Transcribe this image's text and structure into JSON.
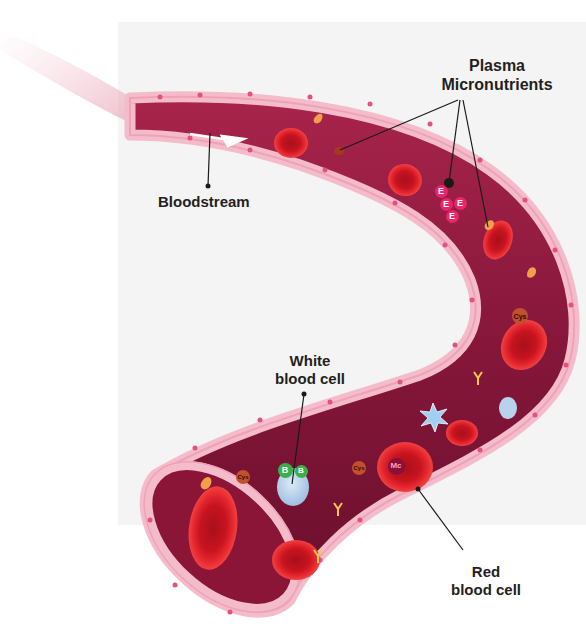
{
  "diagram": {
    "nodes": [
      {
        "text": [
          "E"
        ]
      },
      {
        "text": [
          "E"
        ]
      },
      {
        "text": [
          "E"
        ]
      },
      {
        "text": [
          "E"
        ]
      },
      {
        "text": [
          "Cys"
        ]
      },
      {
        "text": [
          "Cys"
        ]
      },
      {
        "text": [
          "B"
        ]
      },
      {
        "text": [
          "B"
        ]
      },
      {
        "text": [
          "Cys"
        ]
      },
      {
        "text": [
          "Mc"
        ]
      }
    ],
    "labels": [
      "Plasma Micronutrients",
      "Bloodstream",
      "White blood cell",
      "Red blood cell"
    ]
  }
}
